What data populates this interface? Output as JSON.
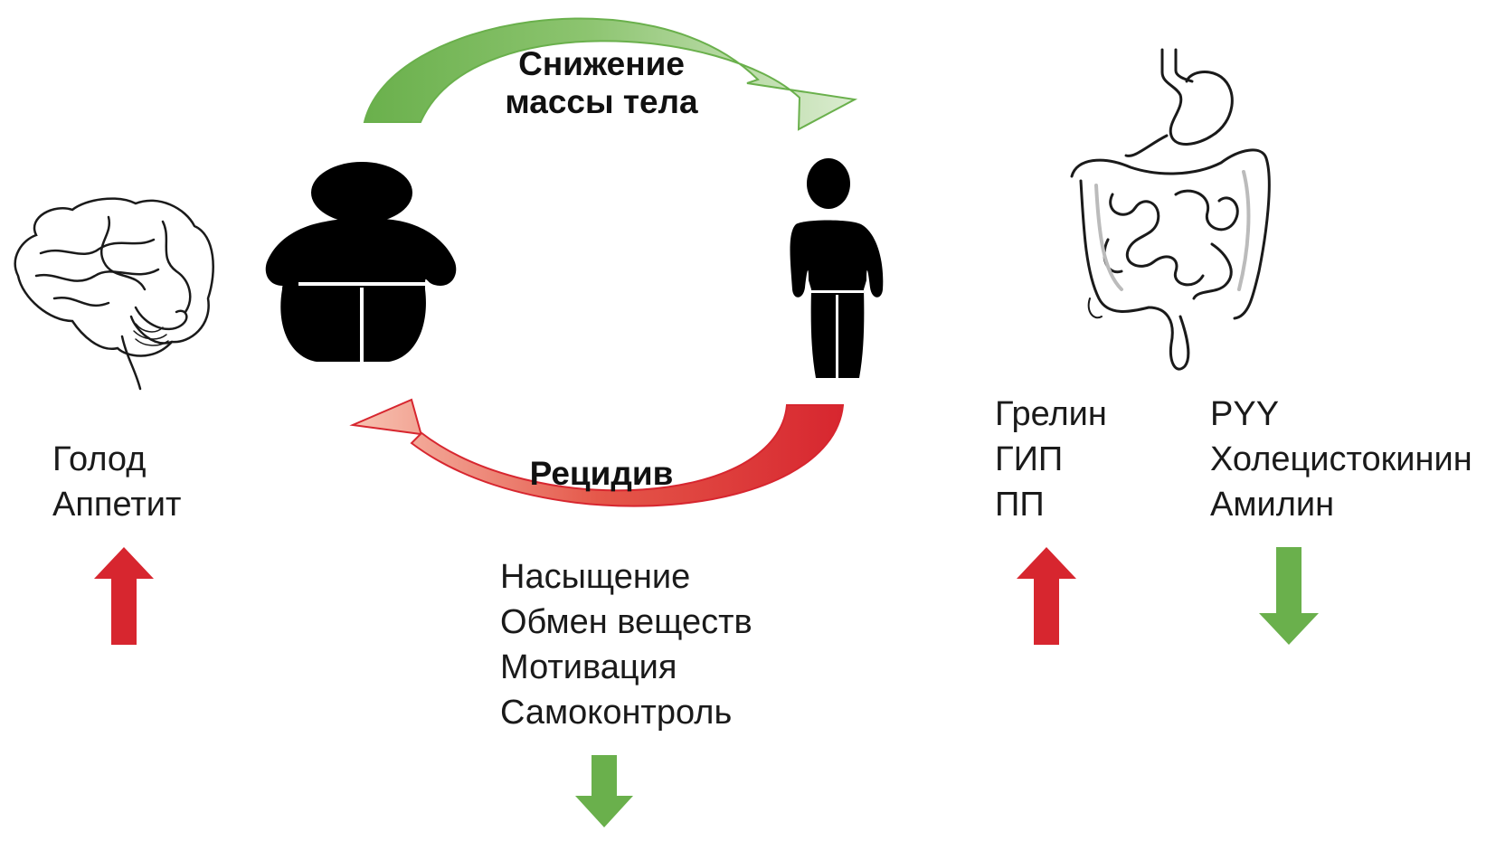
{
  "cycle": {
    "top_label_line1": "Снижение",
    "top_label_line2": "массы тела",
    "bottom_label": "Рецидив"
  },
  "brain": {
    "items": [
      "Голод",
      "Аппетит"
    ],
    "trend": "up",
    "trend_color": "#d7262f"
  },
  "center": {
    "items": [
      "Насыщение",
      "Обмен веществ",
      "Мотивация",
      "Самоконтроль"
    ],
    "trend": "down",
    "trend_color": "#6ab04c"
  },
  "gut_left": {
    "items": [
      "Грелин",
      "ГИП",
      "ПП"
    ],
    "trend": "up",
    "trend_color": "#d7262f"
  },
  "gut_right": {
    "items": [
      "PYY",
      "Холецистокинин",
      "Амилин"
    ],
    "trend": "down",
    "trend_color": "#6ab04c"
  },
  "colors": {
    "green_dark": "#6ab04c",
    "green_light": "#d3e8c6",
    "red_dark": "#d7262f",
    "red_light": "#f2b5a4",
    "silhouette": "#000000"
  },
  "icons": [
    "brain-icon",
    "obese-person-icon",
    "slim-person-icon",
    "digestive-system-icon"
  ]
}
